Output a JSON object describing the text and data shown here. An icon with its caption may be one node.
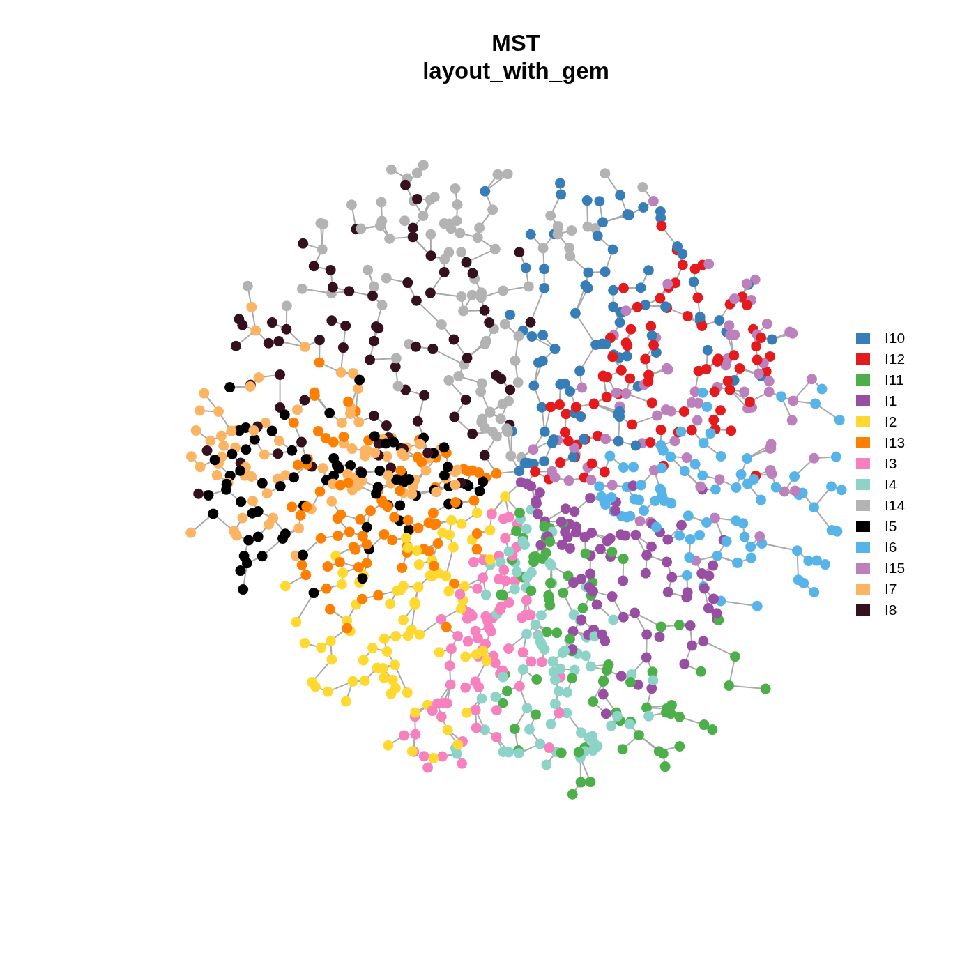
{
  "diagram": {
    "title": "MST layout_with_gem",
    "legend": [
      {
        "text": "I10",
        "color": "#377eb8"
      },
      {
        "text": "I12",
        "color": "#e41a1c"
      },
      {
        "text": "I11",
        "color": "#4daf4a"
      },
      {
        "text": "I1",
        "color": "#984ea3"
      },
      {
        "text": "I2",
        "color": "#ffd92f"
      },
      {
        "text": "I13",
        "color": "#ff7f00"
      },
      {
        "text": "I3",
        "color": "#f781bf"
      },
      {
        "text": "I4",
        "color": "#8dd3c7"
      },
      {
        "text": "I14",
        "color": "#b3b3b3"
      },
      {
        "text": "I5",
        "color": "#000000"
      },
      {
        "text": "I6",
        "color": "#56b4e9"
      },
      {
        "text": "I15",
        "color": "#bc80bd"
      },
      {
        "text": "I7",
        "color": "#fdb462"
      },
      {
        "text": "I8",
        "color": "#35101f"
      }
    ]
  }
}
